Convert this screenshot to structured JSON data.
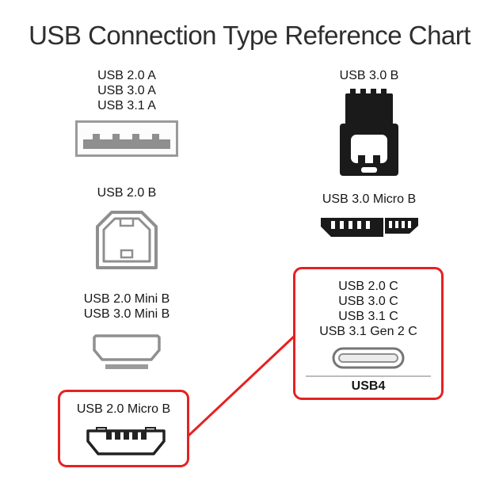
{
  "title": "USB Connection Type Reference Chart",
  "colors": {
    "highlight_red": "#e62121",
    "connector_gray": "#8f8f8f",
    "connector_black": "#1a1a1a",
    "text": "#161616"
  },
  "icons": [
    "usb-a-connector-icon",
    "usb-b-connector-icon",
    "mini-b-connector-icon",
    "micro-b-connector-icon",
    "usb3-b-connector-icon",
    "usb3-micro-b-connector-icon",
    "usb-c-connector-icon"
  ],
  "groups": {
    "usb_a": {
      "labels": [
        "USB 2.0 A",
        "USB 3.0 A",
        "USB 3.1 A"
      ]
    },
    "usb_b3": {
      "labels": [
        "USB 3.0 B"
      ]
    },
    "usb_b2": {
      "labels": [
        "USB 2.0 B"
      ]
    },
    "micro_b3": {
      "labels": [
        "USB 3.0 Micro B"
      ]
    },
    "mini_b": {
      "labels": [
        "USB 2.0 Mini B",
        "USB 3.0 Mini B"
      ]
    },
    "micro_b2": {
      "labels": [
        "USB 2.0 Micro B"
      ]
    },
    "usb_c": {
      "labels": [
        "USB 2.0 C",
        "USB 3.0 C",
        "USB 3.1 C",
        "USB 3.1 Gen 2 C"
      ],
      "footer": "USB4"
    }
  }
}
